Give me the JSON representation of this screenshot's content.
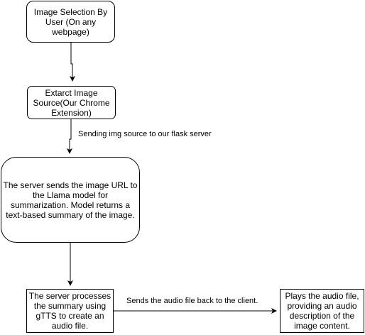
{
  "nodes": [
    {
      "id": "image-selection",
      "text": "Image Selection By User (On any webpage)"
    },
    {
      "id": "extract-source",
      "text": "Extarct Image Source(Our Chrome Extension)"
    },
    {
      "id": "server-llama",
      "text": "The server sends the image URL to the Llama model for summarization. Model returns a text-based summary of the image."
    },
    {
      "id": "server-gtts",
      "text": "The server processes the summary using gTTS to create an audio file."
    },
    {
      "id": "play-audio",
      "text": "Plays the audio file, providing an audio description of the image content."
    }
  ],
  "edge_labels": {
    "to_flask": "Sending img source to our flask server",
    "to_client": "Sends the audio file back to the client."
  },
  "colors": {
    "stroke": "#000000",
    "fill": "#ffffff"
  }
}
